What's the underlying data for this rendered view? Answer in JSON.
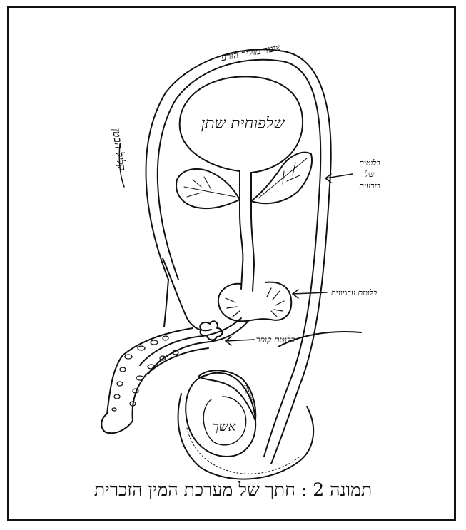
{
  "figure": {
    "caption": "תמונה 2 : חתך של מערכת המין הזכרית"
  },
  "labels": {
    "bladder": "שלפוחית שתן",
    "vas_deferens": "צינור מוליך הזרע",
    "scrotum": "קליל הבטן",
    "seminal_vesicles_1": "בלוטות",
    "seminal_vesicles_2": "של",
    "seminal_vesicles_3": "בזרעים",
    "prostate": "בלוטת ערמונית",
    "cowper": "בלוטת קופר",
    "epididymis": "יותרת",
    "testis": "אשך"
  },
  "colors": {
    "ink": "#111111",
    "paper": "#ffffff"
  }
}
